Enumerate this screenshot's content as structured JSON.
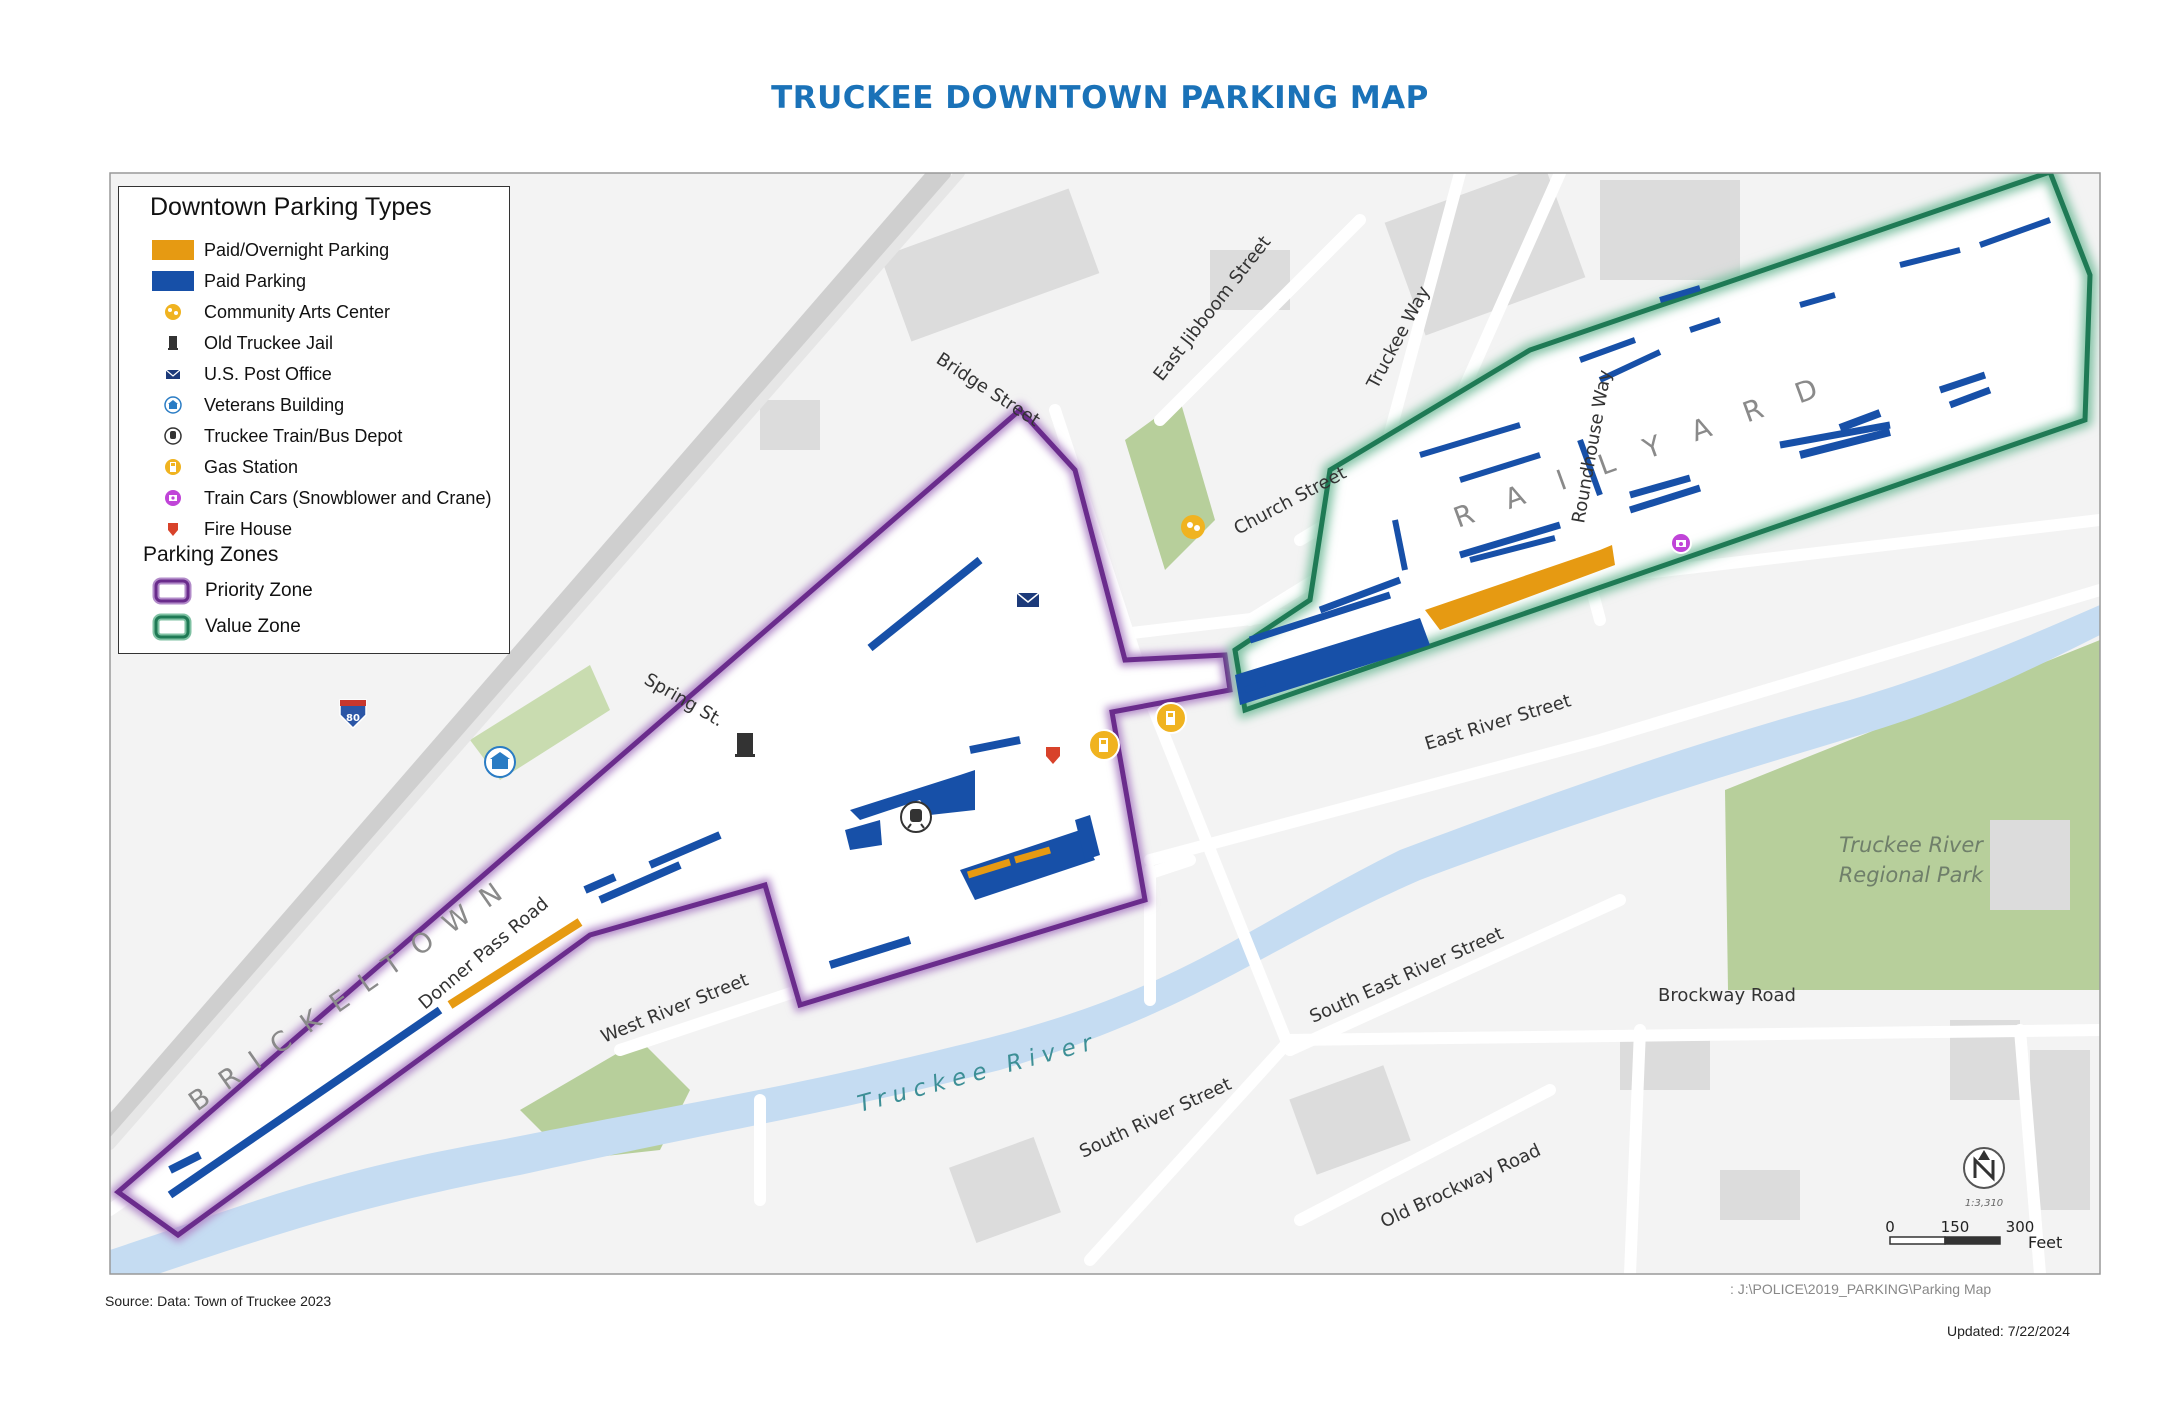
{
  "title": "TRUCKEE DOWNTOWN PARKING MAP",
  "legend": {
    "heading": "Downtown Parking Types",
    "items": [
      {
        "label": "Paid/Overnight Parking",
        "icon": "orange-swatch",
        "color": "#e69a12"
      },
      {
        "label": "Paid Parking",
        "icon": "blue-swatch",
        "color": "#1750a8"
      },
      {
        "label": "Community Arts Center",
        "icon": "theater-masks-icon",
        "color": "#f0b320"
      },
      {
        "label": "Old Truckee Jail",
        "icon": "jail-icon",
        "color": "#333333"
      },
      {
        "label": "U.S. Post Office",
        "icon": "envelope-icon",
        "color": "#1c3a7a"
      },
      {
        "label": "Veterans Building",
        "icon": "building-icon",
        "color": "#2a7cc4"
      },
      {
        "label": "Truckee Train/Bus Depot",
        "icon": "train-icon",
        "color": "#333333"
      },
      {
        "label": "Gas Station",
        "icon": "fuel-pump-icon",
        "color": "#f0b320"
      },
      {
        "label": "Train Cars (Snowblower and Crane)",
        "icon": "camera-icon",
        "color": "#c044d8"
      },
      {
        "label": "Fire House",
        "icon": "fire-shield-icon",
        "color": "#d8422a"
      }
    ],
    "zones_heading": "Parking Zones",
    "zones": [
      {
        "label": "Priority Zone",
        "color": "#6a2c8c"
      },
      {
        "label": "Value Zone",
        "color": "#1f7a55"
      }
    ]
  },
  "map_labels": {
    "bridge_street": "Bridge Street",
    "east_jibboom": "East Jibboom Street",
    "truckee_way": "Truckee Way",
    "roundhouse_way": "Roundhouse Way",
    "church_street": "Church Street",
    "spring_st": "Spring St.",
    "east_river": "East River Street",
    "donner_pass": "Donner Pass Road",
    "west_river": "West River Street",
    "south_east_river": "South East River Street",
    "brockway_road": "Brockway Road",
    "south_river": "South River Street",
    "old_brockway": "Old Brockway Road",
    "truckee_river": "Truckee River",
    "regional_park_1": "Truckee River",
    "regional_park_2": "Regional Park",
    "brickeltown": "BRICKELTOWN",
    "railyard": "RAILYARD",
    "interstate": "80"
  },
  "scale": {
    "ratio": "1:3,310",
    "ticks": [
      "0",
      "150",
      "300"
    ],
    "unit": "Feet"
  },
  "footer": {
    "source": "Source: Data: Town of Truckee 2023",
    "path": ": J:\\POLICE\\2019_PARKING\\Parking Map",
    "updated": "Updated: 7/22/2024"
  }
}
